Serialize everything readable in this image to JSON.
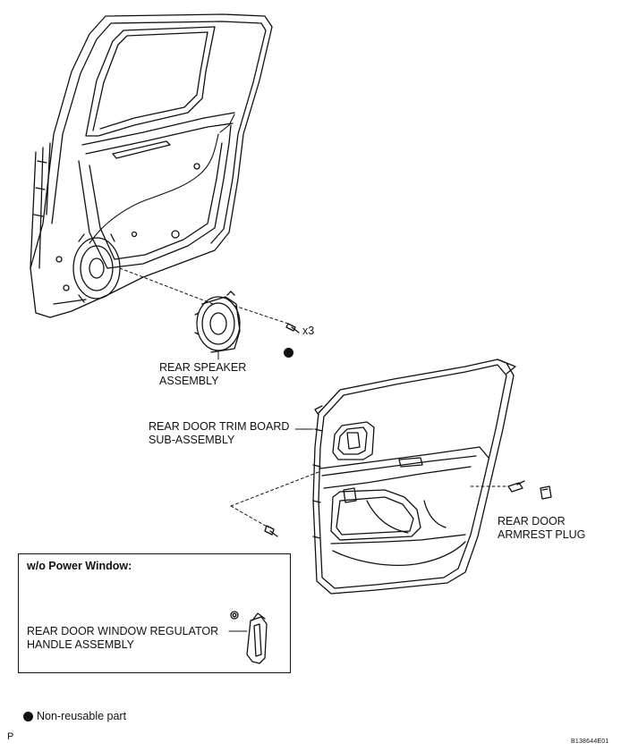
{
  "labels": {
    "speaker_line1": "REAR SPEAKER",
    "speaker_line2": "ASSEMBLY",
    "screw_qty": "x3",
    "trim_line1": "REAR DOOR TRIM BOARD",
    "trim_line2": "SUB-ASSEMBLY",
    "plug_line1": "REAR DOOR",
    "plug_line2": "ARMREST PLUG",
    "inset_title": "w/o Power Window:",
    "handle_line1": "REAR DOOR WINDOW REGULATOR",
    "handle_line2": "HANDLE ASSEMBLY",
    "legend": "Non-reusable part",
    "corner_letter": "P",
    "figure_code": "B138644E01"
  },
  "colors": {
    "line": "#111111",
    "background": "#ffffff"
  }
}
